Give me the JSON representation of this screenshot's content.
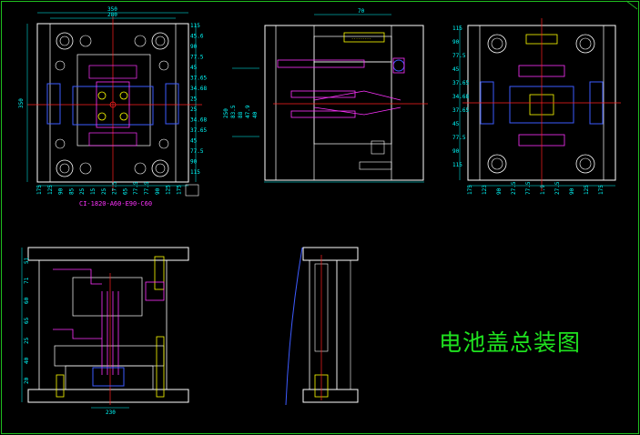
{
  "drawing": {
    "title": "电池盖总装图",
    "part_number": "CI-1820-A60-E90-C60",
    "colors": {
      "background": "#000000",
      "outline": "#ffffff",
      "dimension": "#00ffff",
      "blue": "#3d5bff",
      "magenta": "#ff33ff",
      "red": "#ff2020",
      "yellow": "#ffff00",
      "green": "#1fe21f",
      "frame": "#1fbf1f"
    }
  },
  "top_view": {
    "width_label": "350",
    "inner_width_label": "280",
    "height_label": "350",
    "right_dims": [
      "115",
      "45.6",
      "90",
      "77.5",
      "45",
      "37.65",
      "34.68",
      "25",
      "25",
      "34.68",
      "37.65",
      "45",
      "77.5",
      "90",
      "115"
    ],
    "bottom_dims": [
      "175",
      "125",
      "90",
      "85",
      "25",
      "15",
      "25",
      "27.5",
      "65",
      "77.5",
      "77.5",
      "90",
      "125",
      "175"
    ]
  },
  "front_view": {
    "top_dim": "70",
    "left_dims": [
      "250",
      "83.5",
      "88",
      "47.9",
      "40"
    ]
  },
  "side_view_right": {
    "right_dims": [
      "115",
      "90",
      "77.5",
      "45",
      "37.65",
      "34.68",
      "37.65",
      "45",
      "77.5",
      "90",
      "115"
    ],
    "bottom_dims": [
      "175",
      "123",
      "90",
      "27.5",
      "77.5",
      "1.9",
      "27.5",
      "90",
      "125",
      "175"
    ]
  },
  "section_view": {
    "left_dims": [
      "51",
      "71",
      "60",
      "65",
      "25",
      "40",
      "20"
    ],
    "bottom_dim": "230"
  }
}
